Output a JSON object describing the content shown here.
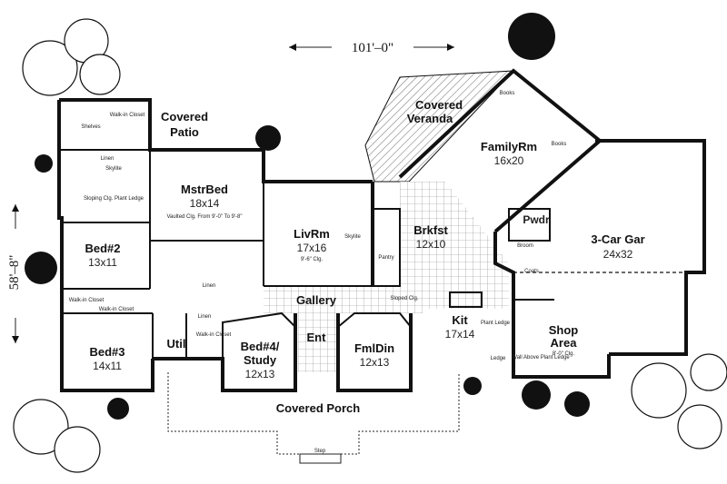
{
  "dimensions": {
    "width_label": "101'–0\"",
    "depth_label": "58'–8\""
  },
  "rooms": {
    "covered_patio": {
      "name_line1": "Covered",
      "name_line2": "Patio"
    },
    "covered_veranda": {
      "name_line1": "Covered",
      "name_line2": "Veranda"
    },
    "family_room": {
      "name": "FamilyRm",
      "dim": "16x20"
    },
    "master_bed": {
      "name": "MstrBed",
      "dim": "18x14",
      "note": "Vaulted Clg. From 9'-0\" To 9'-8\""
    },
    "bed2": {
      "name": "Bed#2",
      "dim": "13x11"
    },
    "bed3": {
      "name": "Bed#3",
      "dim": "14x11"
    },
    "bed4": {
      "name_line1": "Bed#4/",
      "name_line2": "Study",
      "dim": "12x13"
    },
    "living_room": {
      "name": "LivRm",
      "dim": "17x16",
      "note": "9'-6\" Clg."
    },
    "breakfast": {
      "name": "Brkfst",
      "dim": "12x10"
    },
    "kitchen": {
      "name": "Kit",
      "dim": "17x14"
    },
    "family_dining": {
      "name": "FmlDin",
      "dim": "12x13"
    },
    "gallery": {
      "name": "Gallery"
    },
    "entry": {
      "name": "Ent"
    },
    "utility": {
      "name": "Util"
    },
    "covered_porch": {
      "name": "Covered Porch"
    },
    "garage": {
      "name": "3-Car Gar",
      "dim": "24x32"
    },
    "shop_area": {
      "name_line1": "Shop",
      "name_line2": "Area",
      "note": "8'-0\" Clg."
    },
    "powder": {
      "name": "Pwdr"
    }
  },
  "small_labels": {
    "walk_in_closet": "Walk-in Closet",
    "shelves": "Shelves",
    "linen": "Linen",
    "skylite": "Skylite",
    "sloping_clg": "Sloping Clg. Plant Ledge",
    "books": "Books",
    "pantry": "Pantry",
    "sloped_clg": "Sloped Clg.",
    "coats": "Coats",
    "step": "Step",
    "broom": "Broom",
    "plant_ledge": "Plant Ledge",
    "wall_above": "Wall Above Plant Ledge",
    "ledge": "Ledge"
  }
}
